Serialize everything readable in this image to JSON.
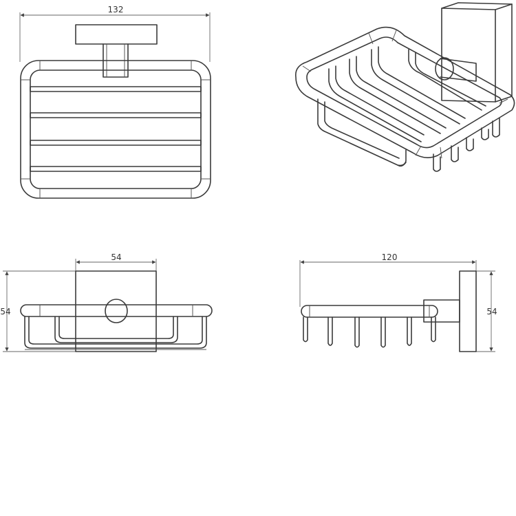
{
  "dimensions": {
    "top_width": "132",
    "front_width": "54",
    "front_height": "54",
    "side_length": "120",
    "side_height": "54"
  }
}
